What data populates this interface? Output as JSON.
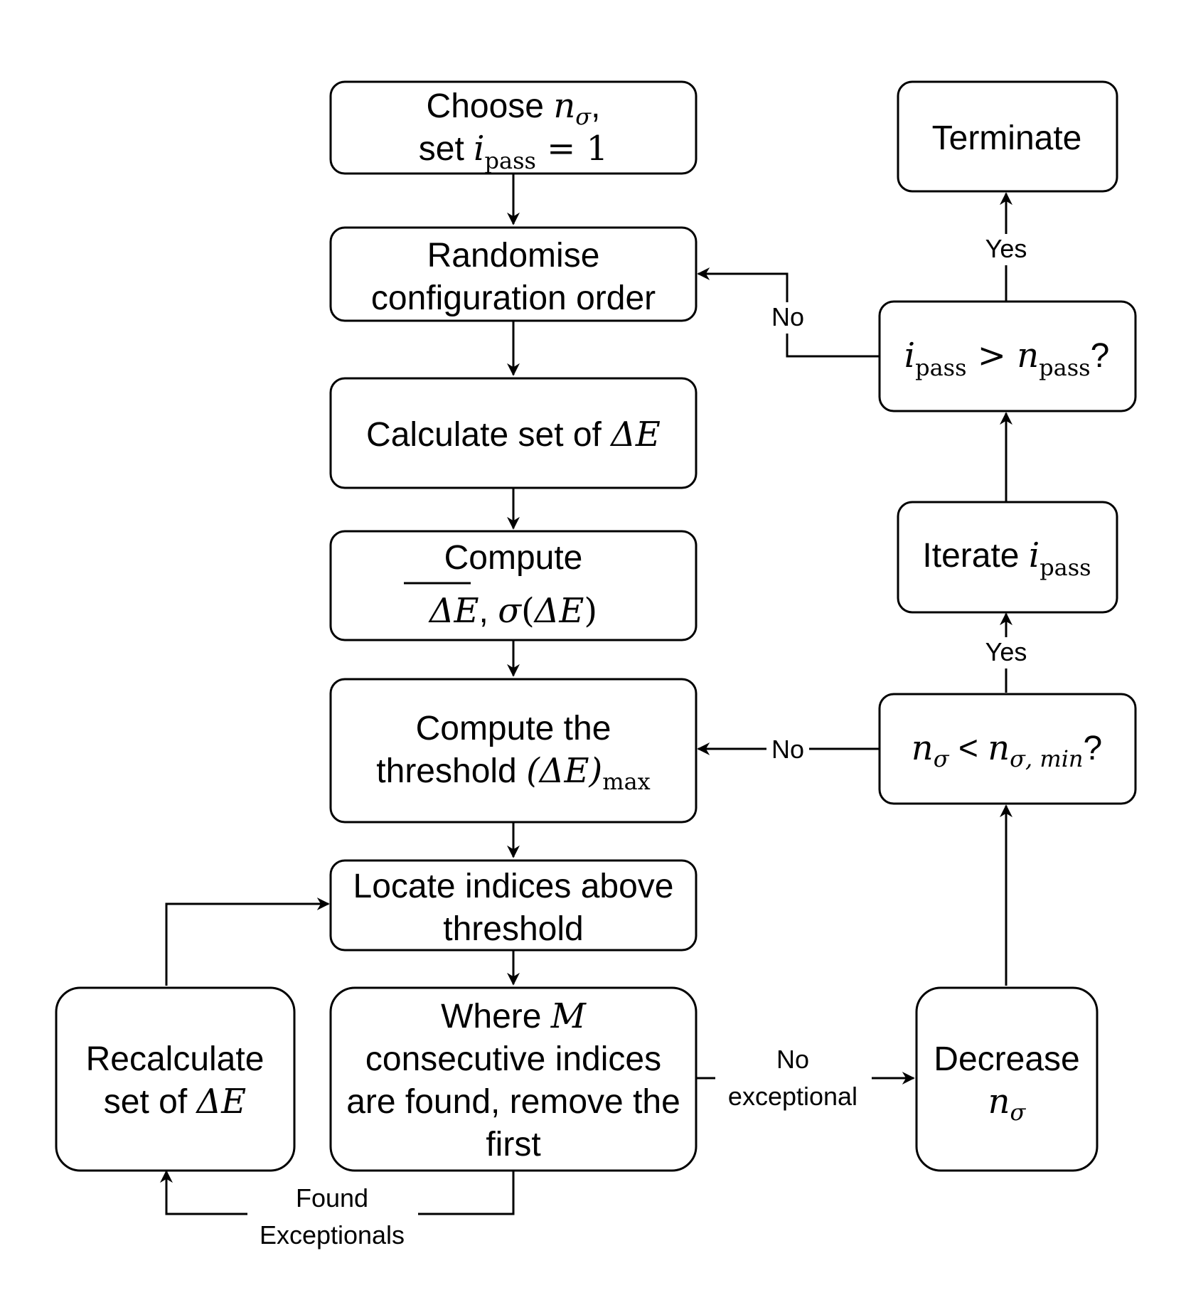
{
  "nodes": {
    "choose": {
      "line1_text": "Choose ",
      "line1_var": "n",
      "line1_sub": "σ",
      "line1_tail": ",",
      "line2_text": "set ",
      "line2_var": "i",
      "line2_sub": "pass",
      "line2_eq": " = 1"
    },
    "randomise": {
      "line1": "Randomise",
      "line2": "configuration order"
    },
    "calc": {
      "text": "Calculate set of ",
      "math": "ΔE"
    },
    "compute": {
      "line1": "Compute",
      "mean": "ΔE",
      "sep": ", ",
      "sigma": "σ",
      "paren_open": "(",
      "arg": "ΔE",
      "paren_close": ")"
    },
    "threshold": {
      "line1": "Compute the",
      "line2_text": "threshold ",
      "line2_math": "(ΔE)",
      "line2_sub": "max"
    },
    "locate": {
      "line1": "Locate indices above",
      "line2": "threshold"
    },
    "where": {
      "line1_text": "Where ",
      "line1_math": "M",
      "line2": "consecutive indices",
      "line3": "are found, remove the",
      "line4": "first"
    },
    "recalc": {
      "line1": "Recalculate",
      "line2_text": "set of ",
      "line2_math": "ΔE"
    },
    "decrease": {
      "line1": "Decrease",
      "var": "n",
      "sub": "σ"
    },
    "nsigma_check": {
      "var": "n",
      "sub": "σ",
      "op": " < ",
      "var2": "n",
      "sub2": "σ, min",
      "q": "?"
    },
    "iterate": {
      "text": "Iterate ",
      "var": "i",
      "sub": "pass"
    },
    "ipass_check": {
      "var": "i",
      "sub": "pass",
      "op": " > ",
      "var2": "n",
      "sub2": "pass",
      "q": "?"
    },
    "terminate": {
      "text": "Terminate"
    }
  },
  "edge_labels": {
    "no_threshold": "No",
    "no_randomise": "No",
    "yes_iterate": "Yes",
    "yes_terminate": "Yes",
    "no_exceptional_1": "No",
    "no_exceptional_2": "exceptional",
    "found_1": "Found",
    "found_2": "Exceptionals"
  }
}
